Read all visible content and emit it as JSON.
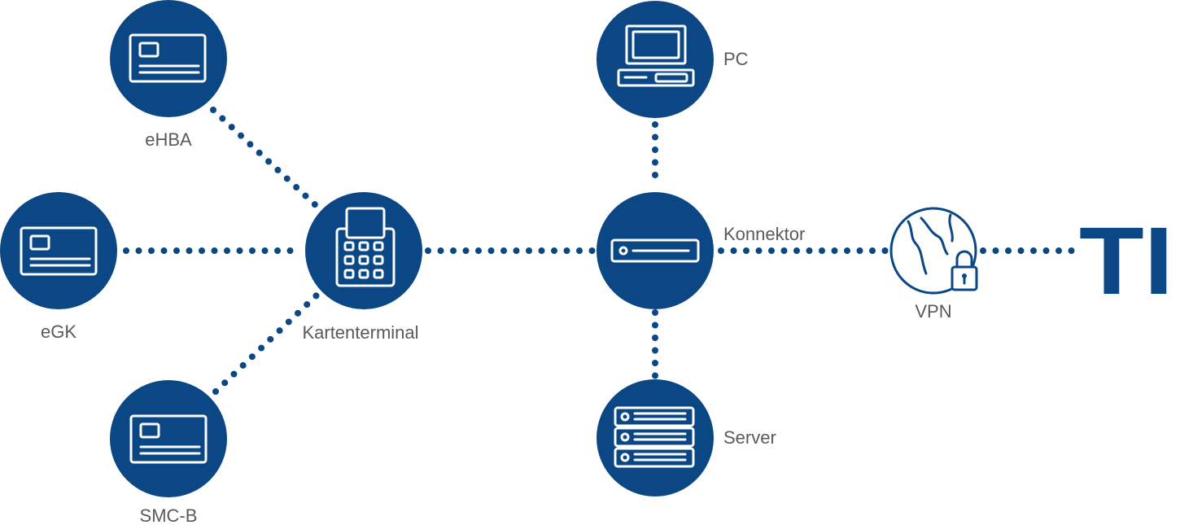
{
  "theme": {
    "primary": "#0a4784",
    "label_color": "#5a5a5a",
    "background": "#ffffff"
  },
  "nodes": {
    "ehba": {
      "label": "eHBA",
      "icon": "smart-card-icon"
    },
    "egk": {
      "label": "eGK",
      "icon": "smart-card-icon"
    },
    "smcb": {
      "label": "SMC-B",
      "icon": "smart-card-icon"
    },
    "kartenterminal": {
      "label": "Kartenterminal",
      "icon": "card-terminal-icon"
    },
    "pc": {
      "label": "PC",
      "icon": "desktop-computer-icon"
    },
    "konnektor": {
      "label": "Konnektor",
      "icon": "connector-device-icon"
    },
    "server": {
      "label": "Server",
      "icon": "server-rack-icon"
    },
    "vpn": {
      "label": "VPN",
      "icon": "globe-lock-icon"
    },
    "ti": {
      "label": "TI"
    }
  }
}
